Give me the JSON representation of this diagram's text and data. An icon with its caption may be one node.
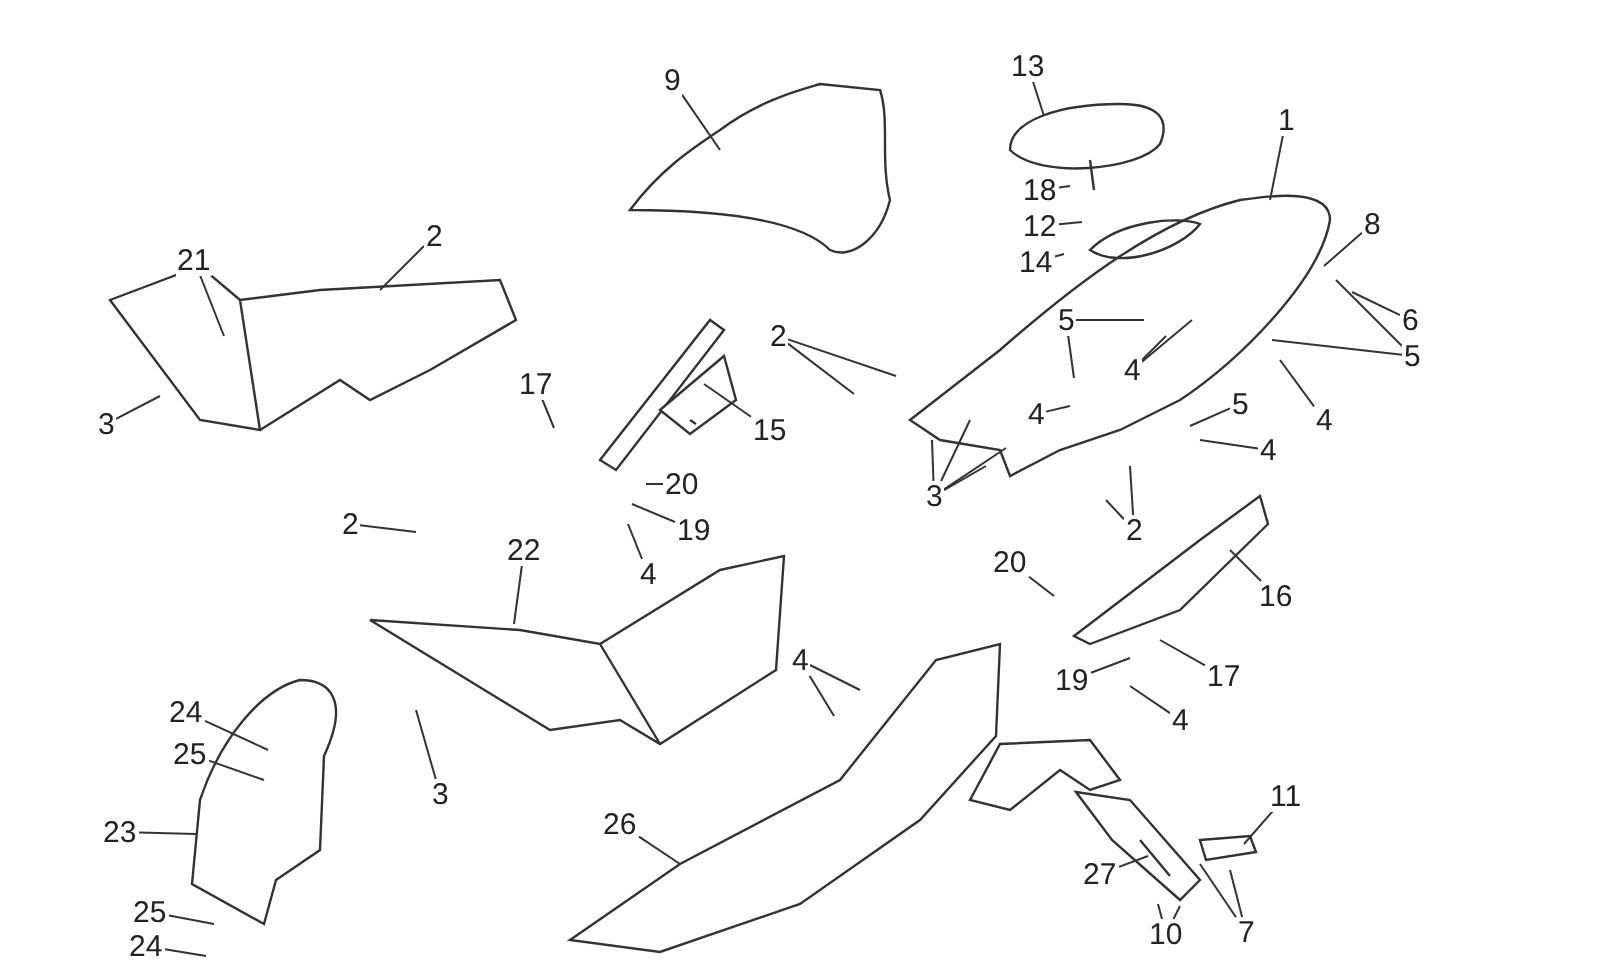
{
  "diagram": {
    "nodes": [
      {
        "text": [
          "9"
        ]
      },
      {
        "text": [
          "13"
        ]
      },
      {
        "text": [
          "1"
        ]
      },
      {
        "text": [
          "18"
        ]
      },
      {
        "text": [
          "12"
        ]
      },
      {
        "text": [
          "14"
        ]
      },
      {
        "text": [
          "8"
        ]
      },
      {
        "text": [
          "6"
        ]
      },
      {
        "text": [
          "5"
        ]
      },
      {
        "text": [
          "5"
        ]
      },
      {
        "text": [
          "4"
        ]
      },
      {
        "text": [
          "2"
        ]
      },
      {
        "text": [
          "21"
        ]
      },
      {
        "text": [
          "3"
        ]
      },
      {
        "text": [
          "17"
        ]
      },
      {
        "text": [
          "15"
        ]
      },
      {
        "text": [
          "2"
        ]
      },
      {
        "text": [
          "4"
        ]
      },
      {
        "text": [
          "5"
        ]
      },
      {
        "text": [
          "4"
        ]
      },
      {
        "text": [
          "4"
        ]
      },
      {
        "text": [
          "3"
        ]
      },
      {
        "text": [
          "2"
        ]
      },
      {
        "text": [
          "20"
        ]
      },
      {
        "text": [
          "19"
        ]
      },
      {
        "text": [
          "4"
        ]
      },
      {
        "text": [
          "2"
        ]
      },
      {
        "text": [
          "22"
        ]
      },
      {
        "text": [
          "20"
        ]
      },
      {
        "text": [
          "16"
        ]
      },
      {
        "text": [
          "19"
        ]
      },
      {
        "text": [
          "17"
        ]
      },
      {
        "text": [
          "4"
        ]
      },
      {
        "text": [
          "4"
        ]
      },
      {
        "text": [
          "24"
        ]
      },
      {
        "text": [
          "25"
        ]
      },
      {
        "text": [
          "3"
        ]
      },
      {
        "text": [
          "23"
        ]
      },
      {
        "text": [
          "26"
        ]
      },
      {
        "text": [
          "11"
        ]
      },
      {
        "text": [
          "27"
        ]
      },
      {
        "text": [
          "7"
        ]
      },
      {
        "text": [
          "10"
        ]
      },
      {
        "text": [
          "25"
        ]
      },
      {
        "text": [
          "24"
        ]
      }
    ],
    "edges": [
      {
        "from": 0,
        "to": null,
        "arrow": "none"
      },
      {
        "from": 1,
        "to": null,
        "arrow": "none"
      },
      {
        "from": 2,
        "to": null,
        "arrow": "none"
      },
      {
        "from": 3,
        "to": null,
        "arrow": "none"
      },
      {
        "from": 4,
        "to": null,
        "arrow": "none"
      },
      {
        "from": 5,
        "to": null,
        "arrow": "none"
      },
      {
        "from": 6,
        "to": null,
        "arrow": "none"
      },
      {
        "from": 7,
        "to": null,
        "arrow": "none"
      },
      {
        "from": 8,
        "to": null,
        "arrow": "none"
      },
      {
        "from": 8,
        "to": null,
        "arrow": "none"
      },
      {
        "from": 9,
        "to": null,
        "arrow": "none"
      },
      {
        "from": 9,
        "to": null,
        "arrow": "none"
      },
      {
        "from": 10,
        "to": null,
        "arrow": "none"
      },
      {
        "from": 10,
        "to": null,
        "arrow": "none"
      },
      {
        "from": 11,
        "to": null,
        "arrow": "none"
      },
      {
        "from": 12,
        "to": null,
        "arrow": "none"
      },
      {
        "from": 13,
        "to": null,
        "arrow": "none"
      },
      {
        "from": 14,
        "to": null,
        "arrow": "none"
      },
      {
        "from": 15,
        "to": null,
        "arrow": "none"
      },
      {
        "from": 16,
        "to": null,
        "arrow": "none"
      },
      {
        "from": 16,
        "to": null,
        "arrow": "none"
      },
      {
        "from": 17,
        "to": null,
        "arrow": "none"
      },
      {
        "from": 18,
        "to": null,
        "arrow": "none"
      },
      {
        "from": 19,
        "to": null,
        "arrow": "none"
      },
      {
        "from": 20,
        "to": null,
        "arrow": "none"
      },
      {
        "from": 21,
        "to": null,
        "arrow": "none"
      },
      {
        "from": 21,
        "to": null,
        "arrow": "none"
      },
      {
        "from": 21,
        "to": null,
        "arrow": "none"
      },
      {
        "from": 21,
        "to": null,
        "arrow": "none"
      },
      {
        "from": 22,
        "to": null,
        "arrow": "none"
      },
      {
        "from": 22,
        "to": null,
        "arrow": "none"
      },
      {
        "from": 23,
        "to": null,
        "arrow": "none"
      },
      {
        "from": 24,
        "to": null,
        "arrow": "none"
      },
      {
        "from": 25,
        "to": null,
        "arrow": "none"
      },
      {
        "from": 26,
        "to": null,
        "arrow": "none"
      },
      {
        "from": 27,
        "to": null,
        "arrow": "none"
      },
      {
        "from": 28,
        "to": null,
        "arrow": "none"
      },
      {
        "from": 29,
        "to": null,
        "arrow": "none"
      },
      {
        "from": 30,
        "to": null,
        "arrow": "none"
      },
      {
        "from": 31,
        "to": null,
        "arrow": "none"
      },
      {
        "from": 32,
        "to": null,
        "arrow": "none"
      },
      {
        "from": 33,
        "to": null,
        "arrow": "none"
      },
      {
        "from": 33,
        "to": null,
        "arrow": "none"
      },
      {
        "from": 34,
        "to": null,
        "arrow": "none"
      },
      {
        "from": 35,
        "to": null,
        "arrow": "none"
      },
      {
        "from": 36,
        "to": null,
        "arrow": "none"
      },
      {
        "from": 37,
        "to": null,
        "arrow": "none"
      },
      {
        "from": 38,
        "to": null,
        "arrow": "none"
      },
      {
        "from": 39,
        "to": null,
        "arrow": "none"
      },
      {
        "from": 40,
        "to": null,
        "arrow": "none"
      },
      {
        "from": 41,
        "to": null,
        "arrow": "none"
      },
      {
        "from": 41,
        "to": null,
        "arrow": "none"
      },
      {
        "from": 42,
        "to": null,
        "arrow": "none"
      },
      {
        "from": 42,
        "to": null,
        "arrow": "none"
      },
      {
        "from": 43,
        "to": null,
        "arrow": "none"
      },
      {
        "from": 44,
        "to": null,
        "arrow": "none"
      }
    ]
  }
}
